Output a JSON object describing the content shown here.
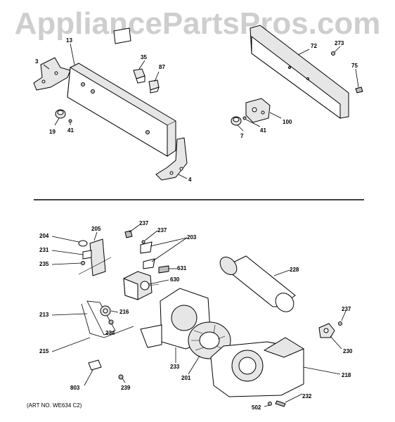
{
  "watermark": "AppliancePartsPros.com",
  "art_number": "(ART NO. WE634 C2)",
  "callouts": {
    "c3": "3",
    "c13": "13",
    "c35": "35",
    "c87": "87",
    "c19": "19",
    "c41a": "41",
    "c4": "4",
    "c72": "72",
    "c273": "273",
    "c75": "75",
    "c100": "100",
    "c7": "7",
    "c41b": "41",
    "c204": "204",
    "c205": "205",
    "c231": "231",
    "c235": "235",
    "c237a": "237",
    "c237b": "237",
    "c203": "203",
    "c631": "631",
    "c228": "228",
    "c630": "630",
    "c213": "213",
    "c216": "216",
    "c234": "234",
    "c215": "215",
    "c233": "233",
    "c201": "201",
    "c237c": "237",
    "c230": "230",
    "c218": "218",
    "c803": "803",
    "c239": "239",
    "c232": "232",
    "c502": "502"
  }
}
